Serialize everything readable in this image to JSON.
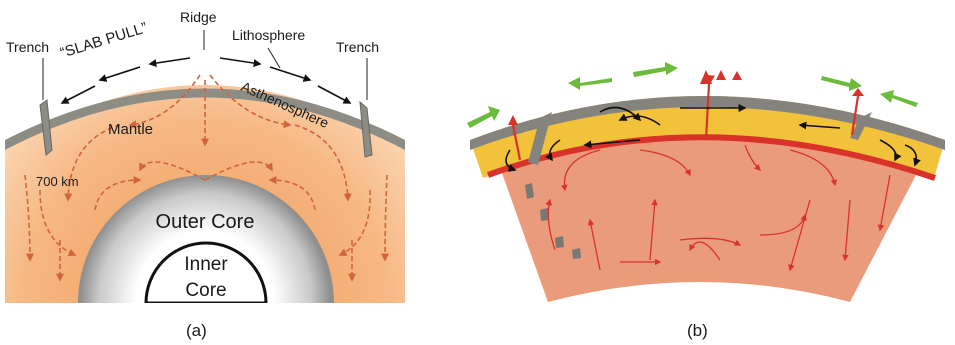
{
  "panel_a": {
    "caption": "(a)",
    "labels": {
      "trench_left": "Trench",
      "slab_pull": "“SLAB PULL”",
      "ridge": "Ridge",
      "lithosphere": "Lithosphere",
      "trench_right": "Trench",
      "asthenosphere": "Asthenosphere",
      "mantle": "Mantle",
      "depth_700": "700 km",
      "outer_core_line1": "Outer Core",
      "inner_core_line1": "Inner",
      "inner_core_line2": "Core"
    }
  },
  "panel_b": {
    "caption": "(b)"
  },
  "colors": {
    "mantle_light": "#f7c79a",
    "mantle_dark": "#e8904a",
    "core_gray": "#9a9a9a",
    "lithosphere_gray": "#8a8a84",
    "asthenosphere_yellow": "#f2c33a",
    "boundary_red": "#d8322a",
    "mantle_b": "#e99a78",
    "motion_green": "#6cbb3c"
  }
}
